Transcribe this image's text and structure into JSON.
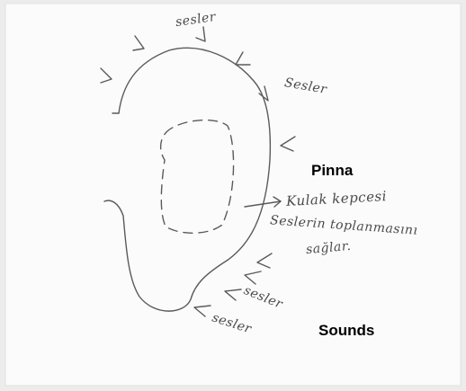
{
  "labels": {
    "pinna": "Pinna",
    "sounds": "Sounds"
  },
  "handwriting": {
    "top": "sesler",
    "right": "Sesler",
    "annotation_line1": "Kulak kepcesi",
    "annotation_line2": "Seslerin toplanmasını",
    "annotation_line3": "sağlar.",
    "bottom1": "sesler",
    "bottom2": "sesler"
  },
  "colors": {
    "paper": "#fbfbfb",
    "pencil": "#5a5a5a",
    "printed_text": "#000000"
  }
}
